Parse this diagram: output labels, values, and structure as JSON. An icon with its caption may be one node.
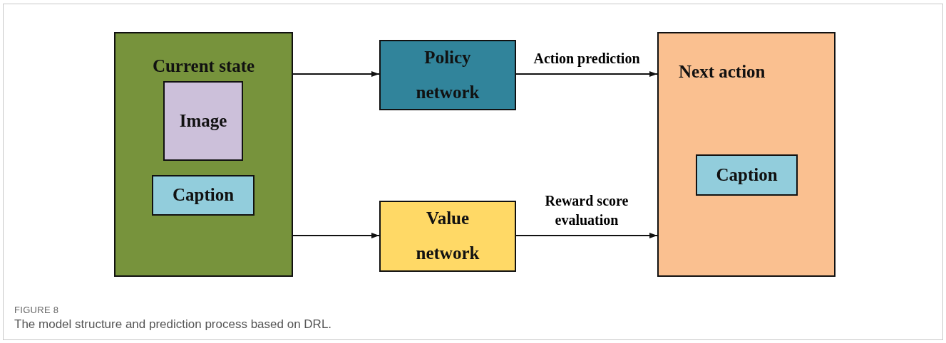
{
  "diagram": {
    "caption": "The model structure and prediction process based on DRL.",
    "nodes": [
      {
        "text": [
          "Current state"
        ]
      },
      {
        "text": [
          "Image"
        ],
        "in": 0
      },
      {
        "text": [
          "Caption"
        ],
        "in": 0
      },
      {
        "text": [
          "Policy network"
        ]
      },
      {
        "text": [
          "Value network"
        ]
      },
      {
        "text": [
          "Next action"
        ]
      },
      {
        "text": [
          "Caption"
        ],
        "in": 5
      }
    ],
    "edges": [
      {
        "from": 0,
        "to": 3,
        "arrow": "to"
      },
      {
        "from": 0,
        "to": 4,
        "arrow": "to"
      },
      {
        "from": 3,
        "to": 5,
        "arrow": "to",
        "label": "Action prediction"
      },
      {
        "from": 4,
        "to": 5,
        "arrow": "to",
        "label": "Reward score evaluation"
      }
    ],
    "labels": [
      "FIGURE 8"
    ]
  }
}
